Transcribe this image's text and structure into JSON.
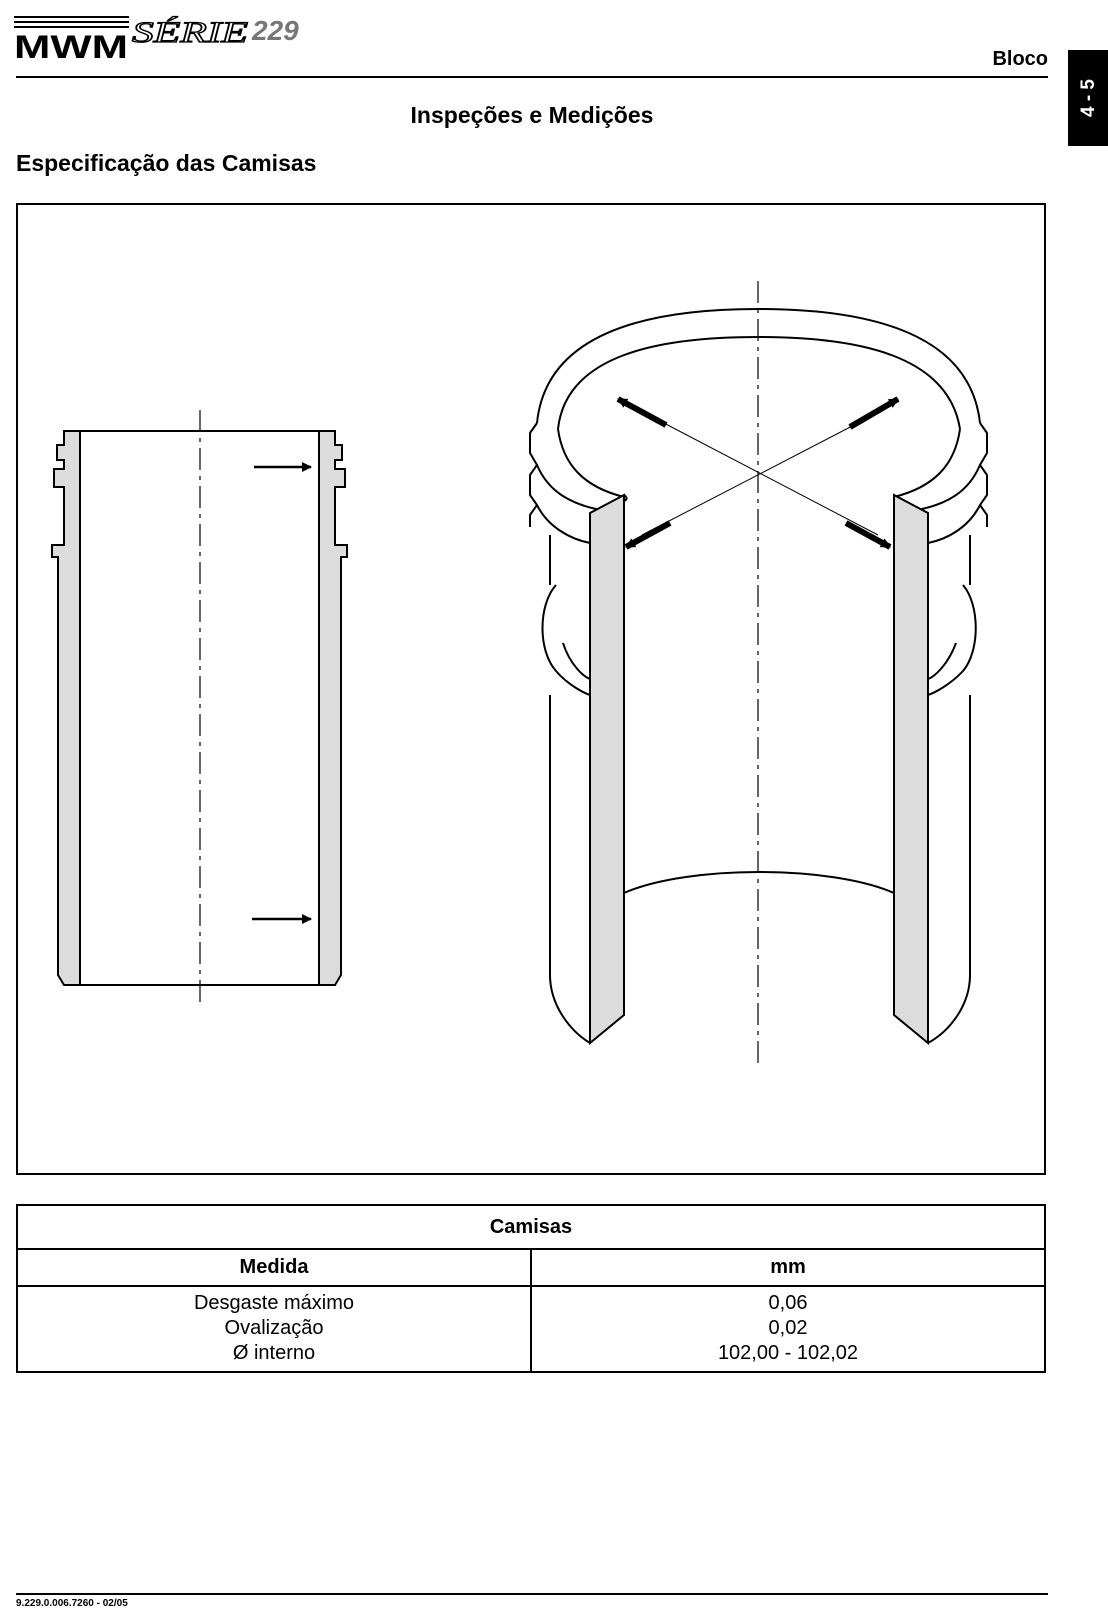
{
  "header": {
    "logo_brand": "MWM",
    "logo_series": "SÉRIE 229",
    "section": "Bloco",
    "tab": "4 - 5"
  },
  "page_title": "Inspeções e Medições",
  "sub_title": "Especificação das Camisas",
  "table": {
    "caption": "Camisas",
    "columns": [
      "Medida",
      "mm"
    ],
    "rows": [
      {
        "medida": "Desgaste máximo",
        "mm": "0,06"
      },
      {
        "medida": "Ovalização",
        "mm": "0,02"
      },
      {
        "medida": "Ø  interno",
        "mm": "102,00 - 102,02"
      }
    ]
  },
  "footer": {
    "code": "9.229.0.006.7260  -  02/05"
  }
}
